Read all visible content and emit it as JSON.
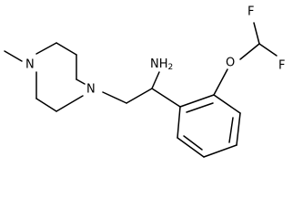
{
  "structure": {
    "atoms": {
      "f_top": "F",
      "f_right": "F",
      "o_ether": "O",
      "n_amine": "NH",
      "n_amine_sub": "2",
      "n_piperazine_left": "N",
      "n_piperazine_right": "N"
    },
    "colors": {
      "bond": "#000000",
      "label": "#000000",
      "background": "#ffffff"
    }
  }
}
